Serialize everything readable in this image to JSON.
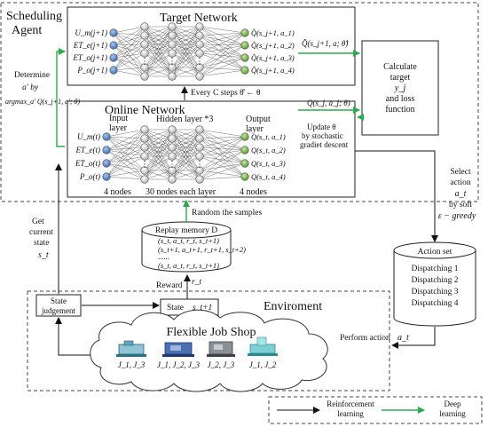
{
  "agent": {
    "title_line1": "Scheduling",
    "title_line2": "Agent"
  },
  "target_network": {
    "title": "Target  Network",
    "inputs": [
      "U_m(j+1)",
      "ET_e(j+1)",
      "ET_o(j+1)",
      "P_o(j+1)"
    ],
    "outputs": [
      "Q̂(s_j+1, a_1)",
      "Q̂(s_j+1, a_2)",
      "Q̂(s_j+1, a_3)",
      "Q̂(s_j+1, a_4)"
    ]
  },
  "online_network": {
    "title": "Online  Network",
    "input_header": [
      "Input",
      "layer"
    ],
    "hidden_header": "Hidden layer *3",
    "output_header": [
      "Output",
      "layer"
    ],
    "inputs": [
      "U_m(t)",
      "ET_e(t)",
      "ET_o(t)",
      "P_o(t)"
    ],
    "outputs": [
      "Q(s_t, a_1)",
      "Q(s_t, a_2)",
      "Q(s_t, a_3)",
      "Q(s_t, a_4)"
    ],
    "footer_input": "4 nodes",
    "footer_hidden": "30 nodes each layer",
    "footer_output": "4 nodes"
  },
  "labels": {
    "every_c_steps": "Every C steps  θ̂ ← θ",
    "target_q": "Q̂(s_j+1, a; θ̂)",
    "online_q": "Q(s_j, a_j; θ)",
    "update_line1": "Update  θ",
    "update_line2": "by stochastic",
    "update_line3": "gradiet descent",
    "determine_line1": "Determine",
    "determine_line2": "a′  by",
    "determine_line3": "argmax_a′ Q(s_j+1, a′; θ)",
    "calc_line1": "Calculate",
    "calc_line2": "target",
    "calc_line3": "y_j",
    "calc_line4": "and loss",
    "calc_line5": "function",
    "random_samples": "Random the samples",
    "get_state_line1": "Get",
    "get_state_line2": "current",
    "get_state_line3": "state",
    "get_state_line4": "s_t",
    "reward": "Reward",
    "reward_var": "r_t",
    "select_line1": "Select",
    "select_line2": "action",
    "select_line3": "a_t",
    "select_line4": "by soft",
    "select_line5": "ε − greedy",
    "perform_action": "Perform action",
    "perform_var": "a_t"
  },
  "replay_memory": {
    "title": "Replay memory D",
    "rows": [
      "(s_t, a_t, r_t, s_t+1)",
      "(s_t+1, a_t+1, r_t+1, s_t+2)",
      "......",
      "(s_t, a_t, r_t, s_t+1)"
    ]
  },
  "action_set": {
    "title": "Action set",
    "items": [
      "Dispatching 1",
      "Dispatching 2",
      "Dispatching 3",
      "Dispatching 4"
    ]
  },
  "environment": {
    "title": "Enviroment",
    "state_judgement_line1": "State",
    "state_judgement_line2": "judgement",
    "state_box_label": "State",
    "state_box_var": "s_t+1",
    "shop_title": "Flexible Job Shop",
    "machines": [
      "J_1, J_3",
      "J_1, J_2, J_3",
      "J_2, J_3",
      "J_1, J_2"
    ]
  },
  "legend": {
    "black_line1": "Reinforcement",
    "black_line2": "learning",
    "green_line1": "Deep",
    "green_line2": "learning"
  },
  "colors": {
    "green_arrow": "#2bab4a",
    "input_node": "#4e7fc6",
    "hidden_node": "#d9d9d9",
    "output_node": "#7bb73f",
    "dashed_border": "#444444"
  }
}
